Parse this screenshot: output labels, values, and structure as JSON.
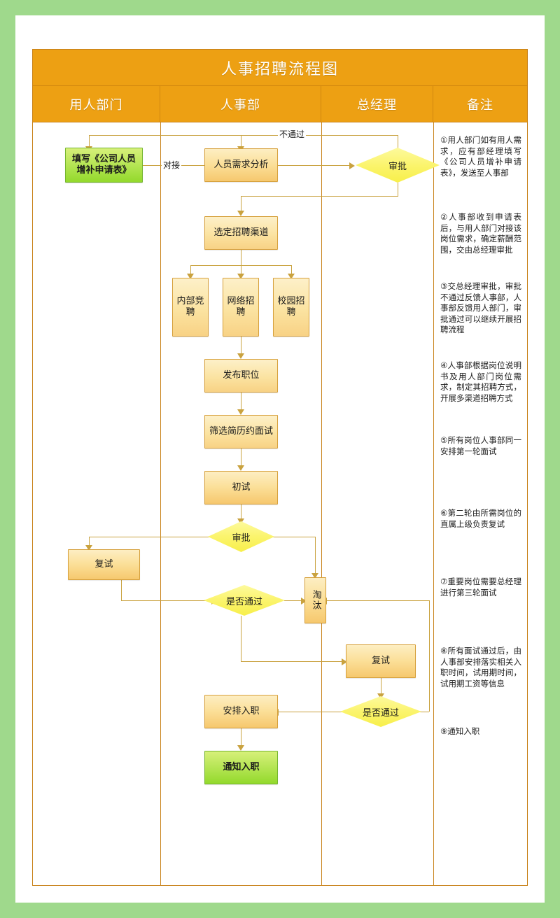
{
  "header": {
    "title": "人事招聘流程图",
    "columns": [
      {
        "label": "用人部门"
      },
      {
        "label": "人事部"
      },
      {
        "label": "总经理"
      },
      {
        "label": "备注"
      }
    ]
  },
  "nodes": {
    "fill_form": "填写《公司人员增补申请表》",
    "demand_analysis": "人员需求分析",
    "approval_1": "审批",
    "choose_channel": "选定招聘渠道",
    "internal": "内部竞聘",
    "online": "网络招聘",
    "campus": "校园招聘",
    "publish_job": "发布职位",
    "screen_resume": "筛选简历约面试",
    "first_interview": "初试",
    "approval_2": "审批",
    "second_interview_left": "复试",
    "pass_check_1": "是否通过",
    "eliminate": "淘汰",
    "second_interview_right": "复试",
    "pass_check_2": "是否通过",
    "arrange_onboard": "安排入职",
    "notify_onboard": "通知入职"
  },
  "edge_labels": {
    "handoff": "对接",
    "not_passed": "不通过"
  },
  "notes": [
    "①用人部门如有用人需求，应有部经理填写《公司人员增补申请表》，发送至人事部",
    "②人事部收到申请表后，与用人部门对接该岗位需求，确定薪酬范围，交由总经理审批",
    "③交总经理审批，审批不通过反馈人事部，人事部反馈用人部门，审批通过可以继续开展招聘流程",
    "④人事部根据岗位说明书及用人部门岗位需求，制定其招聘方式，开展多渠道招聘方式",
    "⑤所有岗位人事部同一安排第一轮面试",
    "⑥第二轮由所需岗位的直属上级负责复试",
    "⑦重要岗位需要总经理进行第三轮面试",
    "⑧所有面试通过后，由人事部安排落实相关入职时间，试用期时间，试用期工资等信息",
    "⑨通知入职"
  ],
  "colors": {
    "page_border": "#9fd98c",
    "header_bg": "#eda013",
    "table_border": "#c8821a",
    "node_border": "#d6a03c",
    "node_fill": "#fbe3a1",
    "diamond_fill": "#fbf46d",
    "green_fill": "#b5e554",
    "connector": "#c9a23f"
  }
}
